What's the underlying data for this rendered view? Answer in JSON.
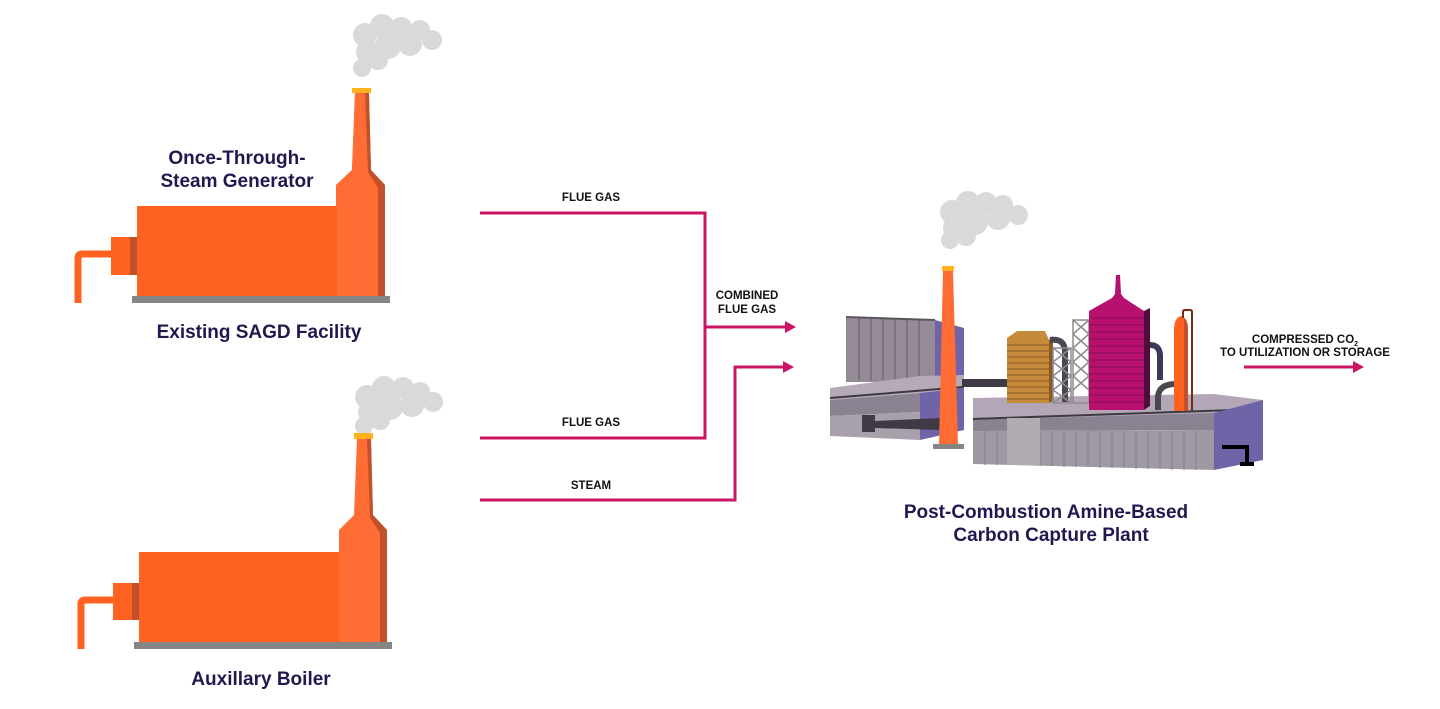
{
  "diagram": {
    "colors": {
      "flow": "#cc1464",
      "title_text": "#22184f",
      "boiler_orange": "#fe6120",
      "stack_orange": "#ff6c34",
      "stack_shadow": "#c0512b",
      "cap_yellow": "#ffb21d",
      "smoke": "#d9d9d9",
      "base_gray": "#858585",
      "plant_gray": "#9a939c",
      "plant_purple": "#6f64a8",
      "absorber_magenta": "#b8106f",
      "scrubber_tan": "#c58a3a"
    },
    "nodes": {
      "otsg": {
        "label_line1": "Once-Through-",
        "label_line2": "Steam Generator",
        "caption": "Existing SAGD Facility"
      },
      "aux_boiler": {
        "caption": "Auxillary Boiler"
      },
      "capture_plant": {
        "caption_line1": "Post-Combustion Amine-Based",
        "caption_line2": "Carbon Capture Plant"
      }
    },
    "flows": {
      "flue_gas_top": "FLUE GAS",
      "flue_gas_bottom": "FLUE GAS",
      "steam": "STEAM",
      "combined_line1": "COMBINED",
      "combined_line2": "FLUE GAS",
      "output_line1": "COMPRESSED CO",
      "output_subscript": "2",
      "output_line2": "TO UTILIZATION OR STORAGE"
    }
  }
}
